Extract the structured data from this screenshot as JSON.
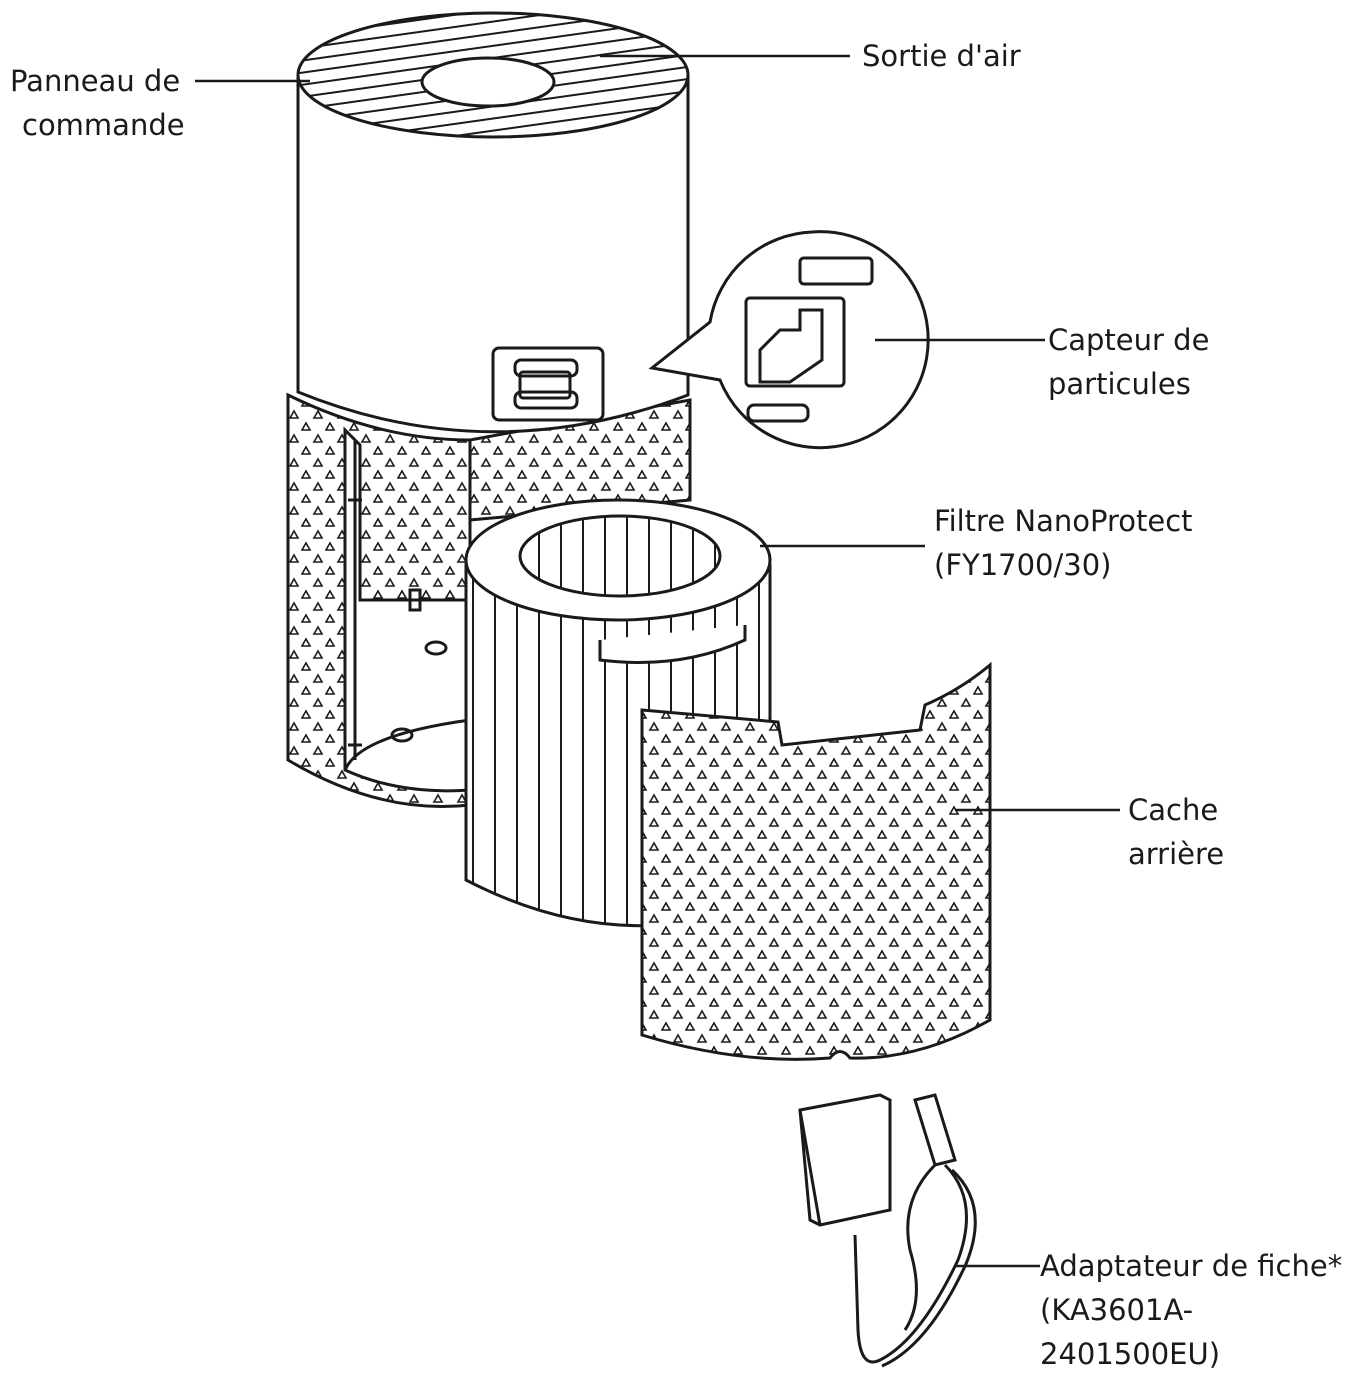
{
  "labels": {
    "control_panel": {
      "line1": "Panneau de",
      "line2": "commande"
    },
    "air_outlet": {
      "line1": "Sortie d'air"
    },
    "particle_sensor": {
      "line1": "Capteur de",
      "line2": "particules"
    },
    "filter": {
      "line1": "Filtre NanoProtect",
      "line2": "(FY1700/30)"
    },
    "back_cover": {
      "line1": "Cache",
      "line2": "arrière"
    },
    "adapter": {
      "line1": "Adaptateur de fiche*",
      "line2": "(KA3601A-",
      "line3": "2401500EU)"
    }
  },
  "colors": {
    "ink": "#1a1a1a",
    "paper": "#ffffff",
    "shade": "#f2f2f2"
  }
}
